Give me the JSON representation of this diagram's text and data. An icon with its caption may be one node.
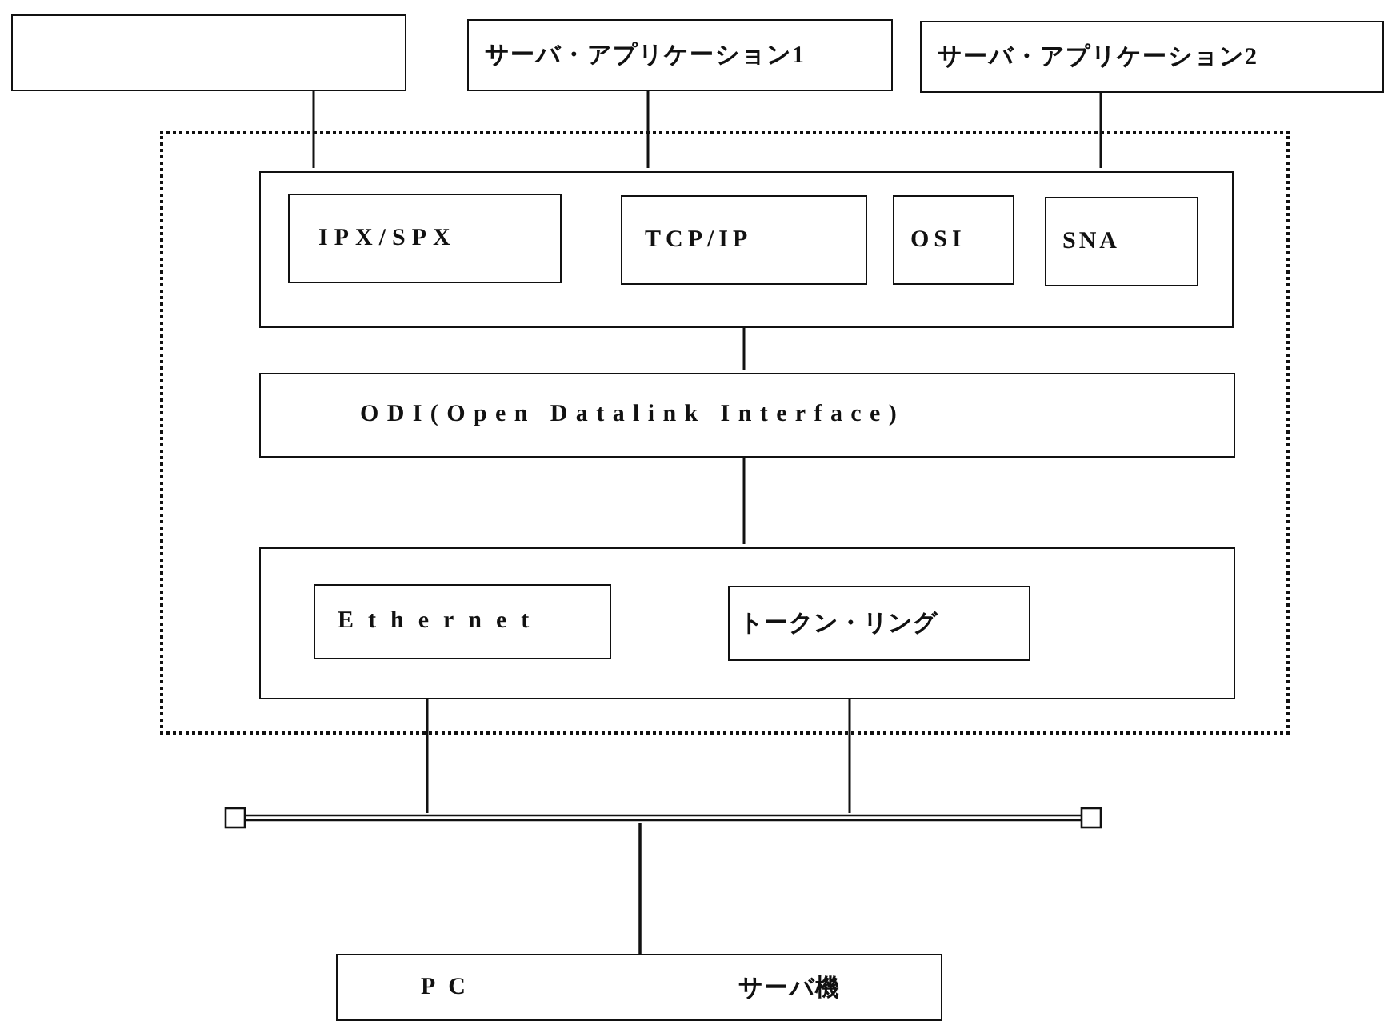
{
  "diagram": {
    "nodes": [
      {
        "text": [],
        "shape": "box"
      },
      {
        "text": [
          "サーバ・アプリケーション1"
        ]
      },
      {
        "text": [
          "サーバ・アプリケーション2"
        ]
      },
      {
        "text": [],
        "shape": "box"
      },
      {
        "text": [],
        "shape": "box",
        "in": 3
      },
      {
        "text": [
          "IPX/SPX"
        ],
        "in": 4
      },
      {
        "text": [
          "TCP/IP"
        ],
        "in": 4
      },
      {
        "text": [
          "OSI"
        ],
        "in": 4
      },
      {
        "text": [
          "SNA"
        ],
        "in": 4
      },
      {
        "text": [
          "ODI(Open Datalink Interface)"
        ],
        "in": 3
      },
      {
        "text": [],
        "shape": "box",
        "in": 3
      },
      {
        "text": [
          "Ethernet"
        ],
        "in": 10
      },
      {
        "text": [
          "トークン・リング"
        ],
        "in": 10
      },
      {
        "text": [],
        "shape": "bar"
      },
      {
        "text": [
          "PC"
        ]
      },
      {
        "text": [
          "サーバ機"
        ]
      }
    ],
    "edges": [
      {
        "from": 0,
        "to": 4,
        "arrow": "none"
      },
      {
        "from": 1,
        "to": 4,
        "arrow": "none"
      },
      {
        "from": 2,
        "to": 4,
        "arrow": "none"
      },
      {
        "from": 4,
        "to": 9,
        "arrow": "none"
      },
      {
        "from": 9,
        "to": 10,
        "arrow": "none"
      },
      {
        "from": 10,
        "to": 13,
        "arrow": "none"
      },
      {
        "from": 10,
        "to": 13,
        "arrow": "none"
      },
      {
        "from": 13,
        "to": 14,
        "arrow": "none"
      },
      {
        "from": 13,
        "to": 15,
        "arrow": "none"
      }
    ]
  }
}
